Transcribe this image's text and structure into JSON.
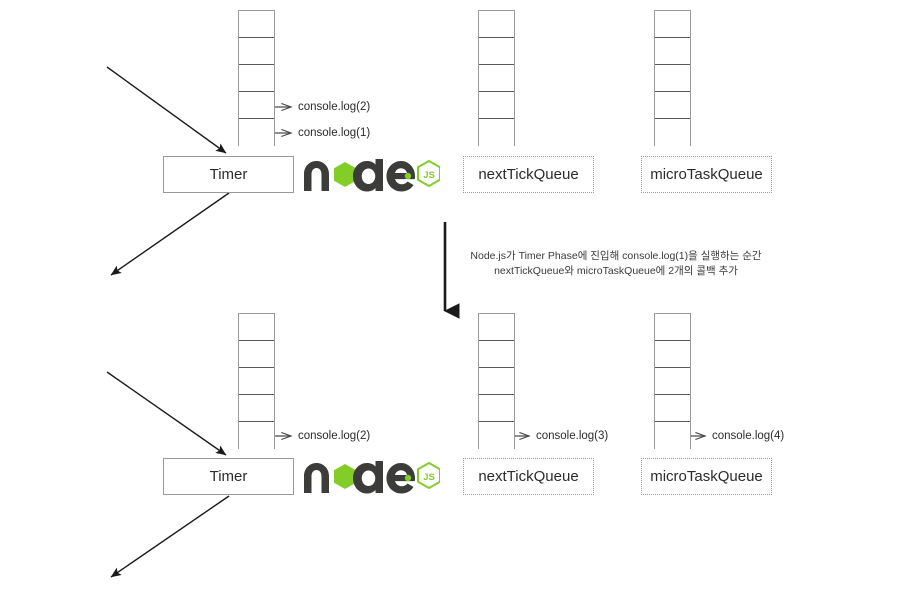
{
  "diagram": {
    "title": "Node.js event loop - Timer Phase callback queueing",
    "colors": {
      "node_dark": "#3c3c3b",
      "node_green": "#83cd29",
      "stack_border": "#9a9a9a",
      "cell_divider": "#5a5a5a",
      "arrow": "#1a1a1a",
      "call_arrow": "#4a4a4a",
      "text": "#2b2b2b"
    },
    "stage_top": {
      "timer_label": "Timer",
      "call_stack_cells": 5,
      "call_stack_outputs": [
        {
          "label": "console.log(2)"
        },
        {
          "label": "console.log(1)"
        }
      ],
      "queues": [
        {
          "name": "nextTickQueue",
          "cells": 5,
          "outputs": []
        },
        {
          "name": "microTaskQueue",
          "cells": 5,
          "outputs": []
        }
      ],
      "logo_alt": "nodejs-logo"
    },
    "transition": {
      "note_line1": "Node.js가 Timer Phase에 진입해 console.log(1)을 실행하는 순간",
      "note_line2": "nextTickQueue와 microTaskQueue에 2개의 콜백 추가",
      "arrow_alt": "down-arrow"
    },
    "stage_bottom": {
      "timer_label": "Timer",
      "call_stack_cells": 5,
      "call_stack_outputs": [
        {
          "label": "console.log(2)"
        }
      ],
      "queues": [
        {
          "name": "nextTickQueue",
          "cells": 5,
          "outputs": [
            {
              "label": "console.log(3)"
            }
          ]
        },
        {
          "name": "microTaskQueue",
          "cells": 5,
          "outputs": [
            {
              "label": "console.log(4)"
            }
          ]
        }
      ],
      "logo_alt": "nodejs-logo"
    }
  }
}
